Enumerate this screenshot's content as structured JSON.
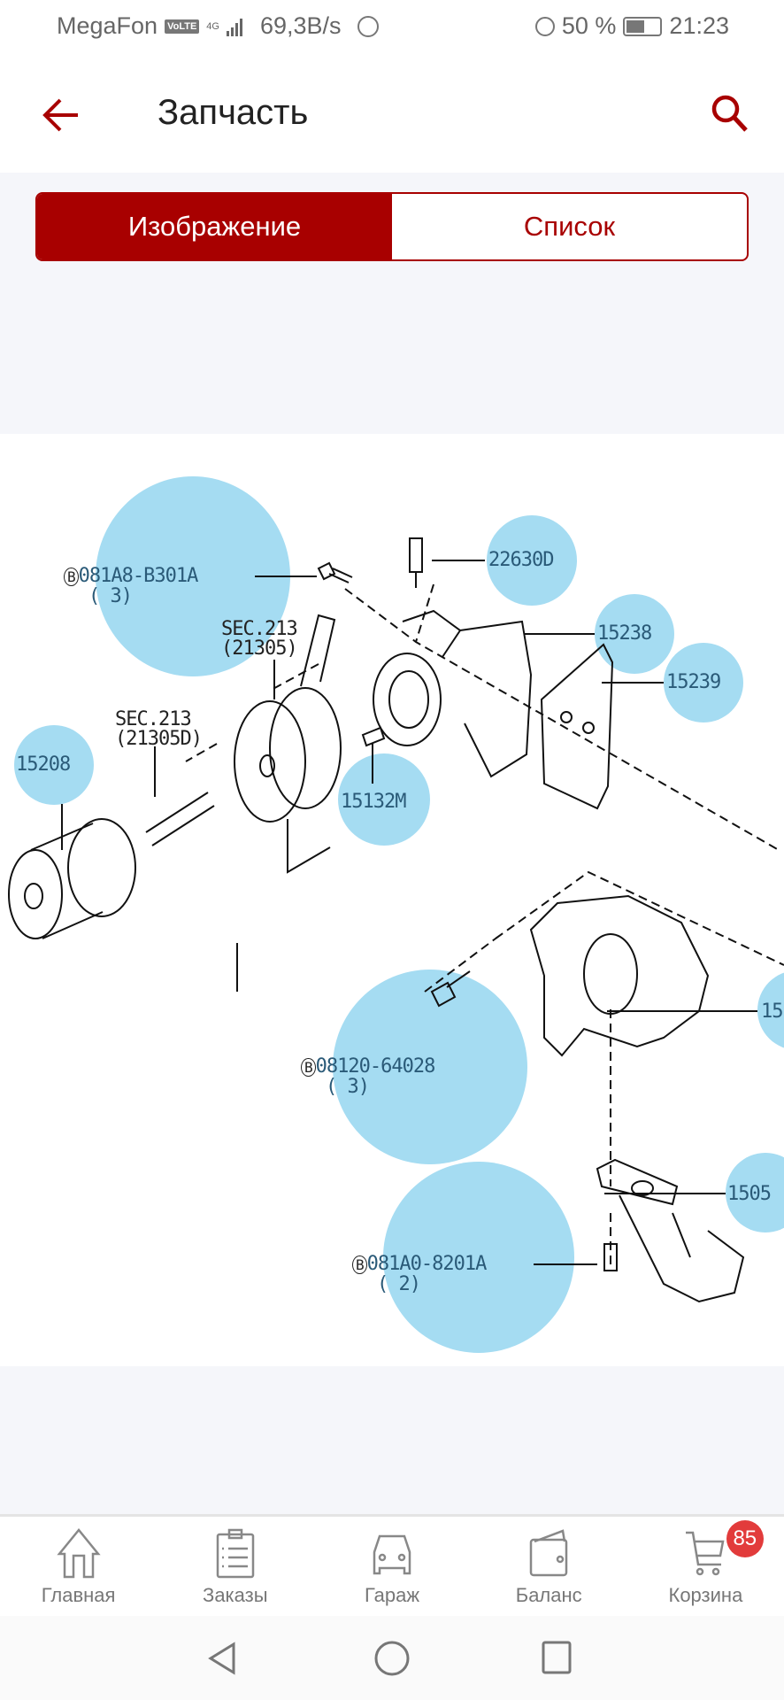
{
  "status_bar": {
    "carrier": "MegaFon",
    "volte": "VoLTE",
    "network": "4G",
    "speed": "69,3B/s",
    "battery": "50 %",
    "time": "21:23"
  },
  "header": {
    "title": "Запчасть"
  },
  "segments": {
    "image": "Изображение",
    "list": "Список"
  },
  "diagram": {
    "parts": [
      {
        "prefix": "B",
        "code": "081A8-B301A",
        "qty": "( 3)"
      },
      {
        "code": "22630D"
      },
      {
        "code": "15238"
      },
      {
        "code": "15239"
      },
      {
        "code": "15208"
      },
      {
        "code": "15132M"
      },
      {
        "prefix": "B",
        "code": "08120-64028",
        "qty": "( 3)"
      },
      {
        "code": "15"
      },
      {
        "code": "1505"
      },
      {
        "prefix": "B",
        "code": "081A0-8201A",
        "qty": "( 2)"
      }
    ],
    "refs": [
      {
        "line1": "SEC.213",
        "line2": "(21305)"
      },
      {
        "line1": "SEC.213",
        "line2": "(21305D)"
      }
    ]
  },
  "bottom_nav": {
    "items": [
      {
        "label": "Главная"
      },
      {
        "label": "Заказы"
      },
      {
        "label": "Гараж"
      },
      {
        "label": "Баланс"
      },
      {
        "label": "Корзина",
        "badge": "85"
      }
    ]
  },
  "colors": {
    "accent": "#a80000",
    "hotspot": "#a5dcf2",
    "badge": "#e23b3b"
  }
}
